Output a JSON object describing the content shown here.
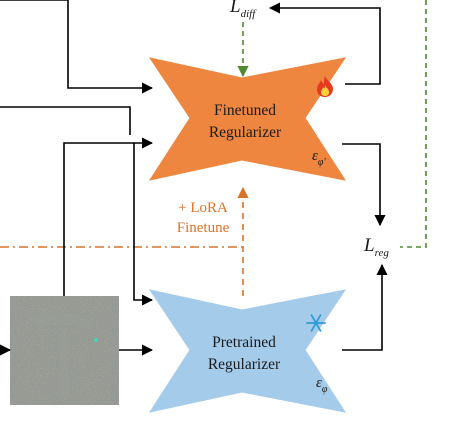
{
  "finetuned_block": {
    "title_line1": "Finetuned",
    "title_line2": "Regularizer",
    "icon": "fire-icon",
    "symbol_base": "ε",
    "symbol_sub": "φ'",
    "color": "#ee8640"
  },
  "pretrained_block": {
    "title_line1": "Pretrained",
    "title_line2": "Regularizer",
    "icon": "snowflake-icon",
    "symbol_base": "ε",
    "symbol_sub": "φ",
    "color": "#a5cbea"
  },
  "loss_diff": {
    "base": "L",
    "sub": "diff"
  },
  "loss_reg": {
    "base": "L",
    "sub": "reg"
  },
  "lora_label": {
    "line1": "+ LoRA",
    "line2": "Finetune",
    "color": "#d9732a"
  },
  "colors": {
    "arrow": "#000000",
    "dashed_green": "#4e8a2f",
    "dashdot_orange": "#d9732a",
    "noise_image": "#8a8f86"
  }
}
